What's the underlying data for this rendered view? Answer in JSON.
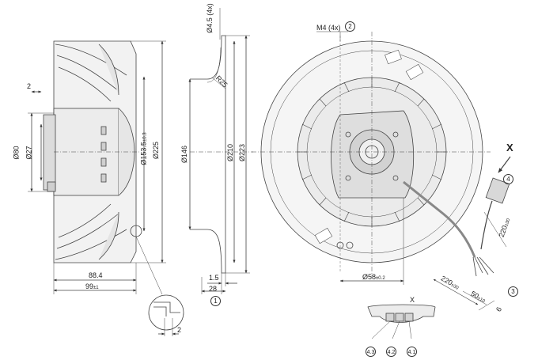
{
  "side_view": {
    "dim_2_top": "2",
    "dia_80": "Ø80",
    "dia_27": "Ø27",
    "dia_153_5": "Ø153.5",
    "tol_153_5": "±0.3",
    "dia_225": "Ø225",
    "len_88_4": "88.4",
    "len_99": "99",
    "tol_99": "±1"
  },
  "section_view": {
    "hole": "Ø4.5 (4x)",
    "radius": "R25",
    "dia_146": "Ø146",
    "dia_210": "Ø210",
    "dia_223": "Ø223",
    "dim_1_5": "1.5",
    "dim_28": "28",
    "callout_1": "1"
  },
  "front_view": {
    "thread": "M4 (4x)",
    "callout_2": "2",
    "dia_58": "Ø58",
    "tol_58": "±0.2",
    "view_x": "X",
    "callout_4": "4",
    "cable_220_a": "220",
    "cable_tol_a": "±30",
    "cable_220_b": "220",
    "cable_tol_b": "±30",
    "cable_50": "50",
    "cable_tol_50": "±10",
    "dim_6": "6",
    "callout_3": "3"
  },
  "detail": {
    "dim_2": "2"
  },
  "connector_view": {
    "title": "X",
    "pin_4_3": "4.3",
    "pin_4_2": "4.2",
    "pin_4_1": "4.1"
  }
}
